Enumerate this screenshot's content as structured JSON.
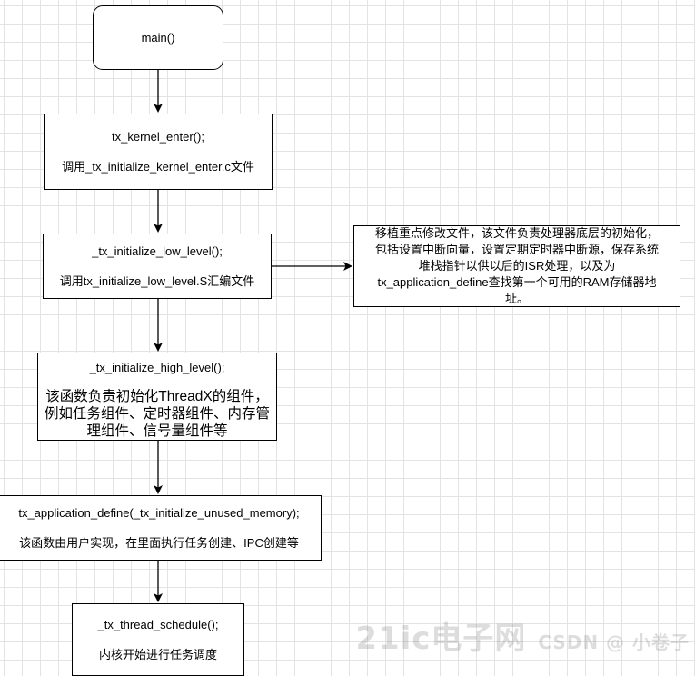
{
  "nodes": {
    "main": {
      "label": "main()"
    },
    "kernel_enter": {
      "line1": "tx_kernel_enter();",
      "line2": "调用_tx_initialize_kernel_enter.c文件"
    },
    "low_level": {
      "line1": "_tx_initialize_low_level();",
      "line2": "调用tx_initialize_low_level.S汇编文件"
    },
    "note": {
      "line1": "移植重点修改文件，该文件负责处理器底层的初始化，",
      "line2": "包括设置中断向量，设置定期定时器中断源，保存系统",
      "line3": "堆栈指针以供以后的ISR处理，以及为",
      "line4": "tx_application_define查找第一个可用的RAM存储器地",
      "line5": "址。"
    },
    "high_level": {
      "line1": "_tx_initialize_high_level();",
      "line2": "该函数负责初始化ThreadX的组件，",
      "line3": "例如任务组件、定时器组件、内存管",
      "line4": "理组件、信号量组件等"
    },
    "app_define": {
      "line1": "tx_application_define(_tx_initialize_unused_memory);",
      "line2": "该函数由用户实现，在里面执行任务创建、IPC创建等"
    },
    "schedule": {
      "line1": "_tx_thread_schedule();",
      "line2": "内核开始进行任务调度"
    }
  },
  "colors": {
    "stroke": "#000000",
    "grid": "#e3e3e3",
    "background": "#ffffff"
  },
  "watermark": {
    "big": "21ic电子网",
    "small": "CSDN @ 小卷子"
  }
}
